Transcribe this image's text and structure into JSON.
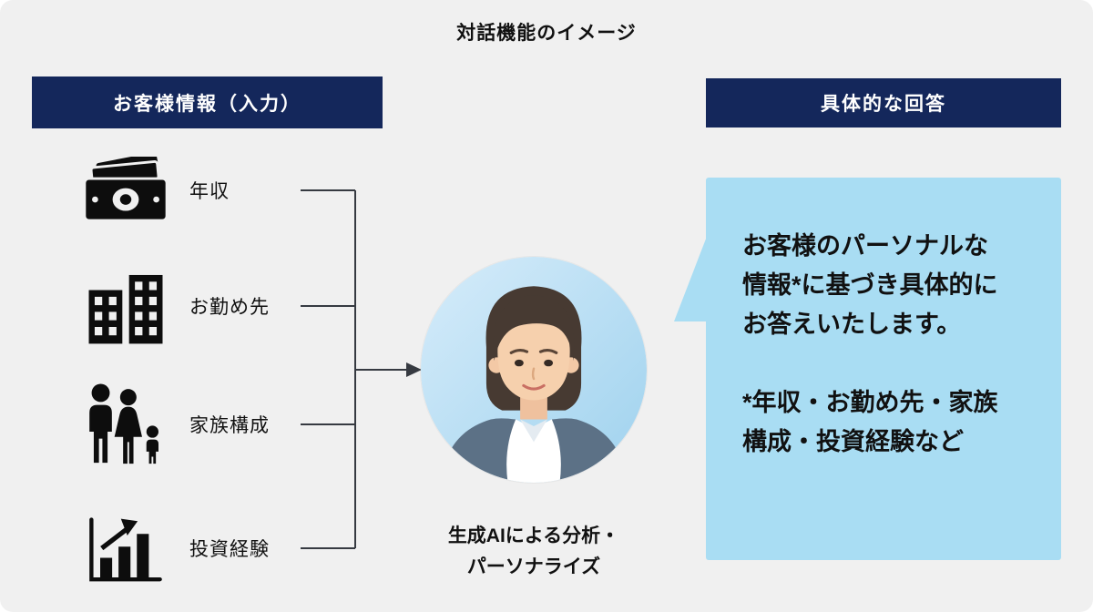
{
  "title": "対話機能のイメージ",
  "left_panel": {
    "header": "お客様情報（入力）",
    "items": [
      {
        "icon": "banknote-icon",
        "label": "年収"
      },
      {
        "icon": "buildings-icon",
        "label": "お勤め先"
      },
      {
        "icon": "family-icon",
        "label": "家族構成"
      },
      {
        "icon": "bar-chart-icon",
        "label": "投資経験"
      }
    ]
  },
  "center": {
    "caption_lines": [
      "生成AIによる分析・",
      "パーソナライズ"
    ]
  },
  "right_panel": {
    "header": "具体的な回答",
    "bubble": {
      "para1_lines": [
        "お客様のパーソナルな",
        "情報*に基づき具体的に",
        "お答えいたします。"
      ],
      "para2_lines": [
        "*年収・お勤め先・家族",
        "構成・投資経験など"
      ]
    }
  },
  "colors": {
    "navy": "#14275b",
    "bubble_blue": "#a9ddf3",
    "background": "#f0f0f0",
    "connector": "#363a41",
    "icon_black": "#0d0d0d"
  }
}
